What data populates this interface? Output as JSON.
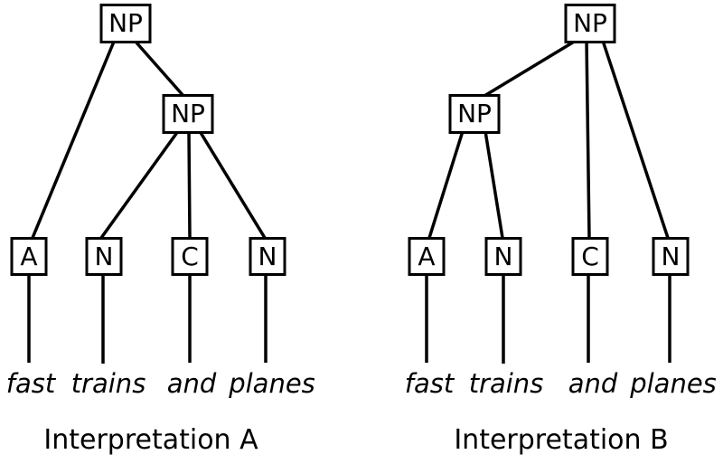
{
  "trees": [
    {
      "caption": "Interpretation A",
      "root_label": "NP",
      "inner_label": "NP",
      "leaves": [
        "A",
        "N",
        "C",
        "N"
      ],
      "words": [
        "fast",
        "trains",
        "and",
        "planes"
      ]
    },
    {
      "caption": "Interpretation B",
      "root_label": "NP",
      "inner_label": "NP",
      "leaves": [
        "A",
        "N",
        "C",
        "N"
      ],
      "words": [
        "fast",
        "trains",
        "and",
        "planes"
      ]
    }
  ],
  "colors": {
    "line": "#000000",
    "background": "#ffffff",
    "text": "#000000"
  }
}
